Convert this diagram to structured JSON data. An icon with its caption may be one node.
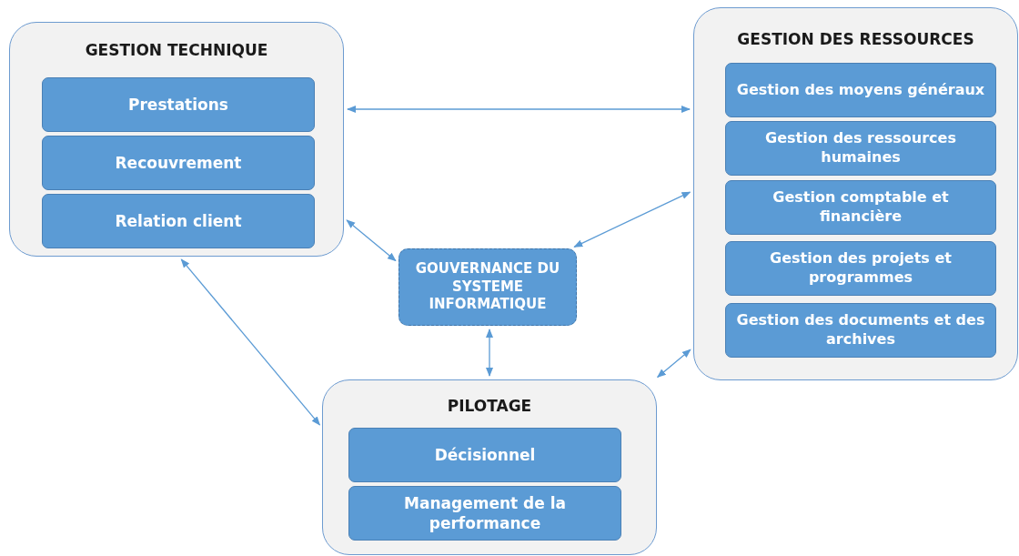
{
  "diagram": {
    "nodes": [
      {
        "text": [
          "GESTION TECHNIQUE"
        ]
      },
      {
        "text": [
          "Prestations"
        ],
        "in": 0
      },
      {
        "text": [
          "Recouvrement"
        ],
        "in": 0
      },
      {
        "text": [
          "Relation client"
        ],
        "in": 0
      },
      {
        "text": [
          "GESTION DES RESSOURCES"
        ]
      },
      {
        "text": [
          "Gestion des moyens généraux"
        ],
        "in": 4
      },
      {
        "text": [
          "Gestion des ressources humaines"
        ],
        "in": 4
      },
      {
        "text": [
          "Gestion comptable et financière"
        ],
        "in": 4
      },
      {
        "text": [
          "Gestion des projets et programmes"
        ],
        "in": 4
      },
      {
        "text": [
          "Gestion des documents et des archives"
        ],
        "in": 4
      },
      {
        "text": [
          "GOUVERNANCE DU SYSTEME INFORMATIQUE"
        ]
      },
      {
        "text": [
          "PILOTAGE"
        ]
      },
      {
        "text": [
          "Décisionnel"
        ],
        "in": 11
      },
      {
        "text": [
          "Management de la performance"
        ],
        "in": 11
      }
    ],
    "edges": [
      {
        "from": 0,
        "to": 4,
        "arrow": "both"
      },
      {
        "from": 0,
        "to": 10,
        "arrow": "both"
      },
      {
        "from": 4,
        "to": 10,
        "arrow": "both"
      },
      {
        "from": 0,
        "to": 11,
        "arrow": "both"
      },
      {
        "from": 10,
        "to": 11,
        "arrow": "both"
      },
      {
        "from": 4,
        "to": 11,
        "arrow": "both"
      }
    ]
  }
}
